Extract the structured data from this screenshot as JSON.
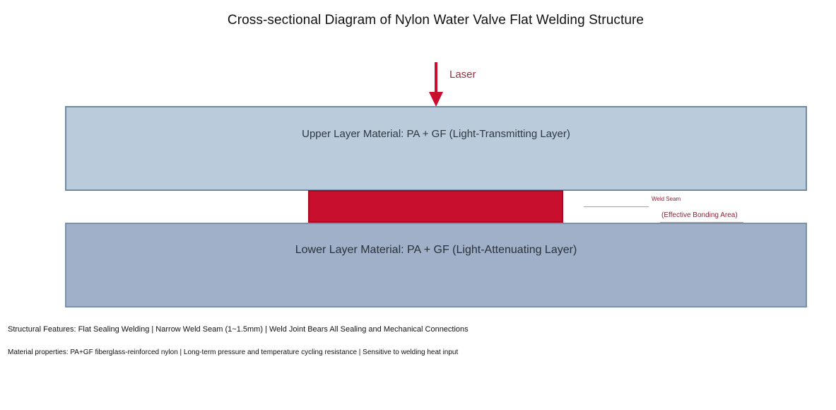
{
  "title": "Cross-sectional Diagram of Nylon Water Valve Flat Welding Structure",
  "laser": {
    "label": "Laser",
    "icon": "down-arrow-icon",
    "color": "#c8102e"
  },
  "upper_layer": {
    "label": "Upper Layer Material: PA + GF (Light-Transmitting Layer)",
    "color": "#bacbdb"
  },
  "weld_seam": {
    "label": "Weld Seam",
    "sublabel": "(Effective Bonding Area)",
    "color": "#c8102e"
  },
  "lower_layer": {
    "label": "Lower Layer Material: PA + GF (Light-Attenuating Layer)",
    "color": "#9fb0c8"
  },
  "notes": {
    "structural": "Structural Features: Flat Sealing Welding | Narrow Weld Seam (1~1.5mm) | Weld Joint Bears All Sealing and Mechanical Connections",
    "material": "Material properties: PA+GF fiberglass-reinforced nylon | Long-term pressure and temperature cycling resistance | Sensitive to welding heat input"
  }
}
